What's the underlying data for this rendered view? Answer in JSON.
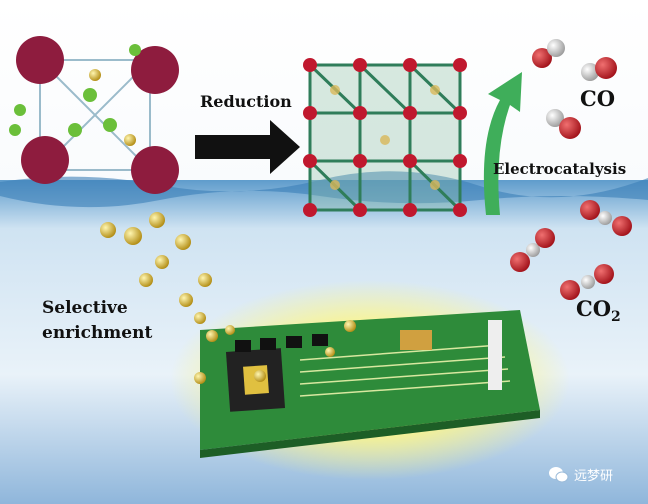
{
  "labels": {
    "reduction": "Reduction",
    "co": "CO",
    "electrocatalysis": "Electrocatalysis",
    "co2_main": "CO",
    "co2_sub": "2",
    "selective_line1": "Selective",
    "selective_line2": "enrichment"
  },
  "watermark": {
    "text": "远梦研",
    "icon": "wechat-icon"
  },
  "colors": {
    "arrow": "#111111",
    "green_arrow": "#3fae5a",
    "board": "#2e8b3a",
    "oxygen": "#c8242a",
    "carbon": "#cfcfcf",
    "gold": "#d9b42a",
    "mof": "#8e1c3e"
  }
}
